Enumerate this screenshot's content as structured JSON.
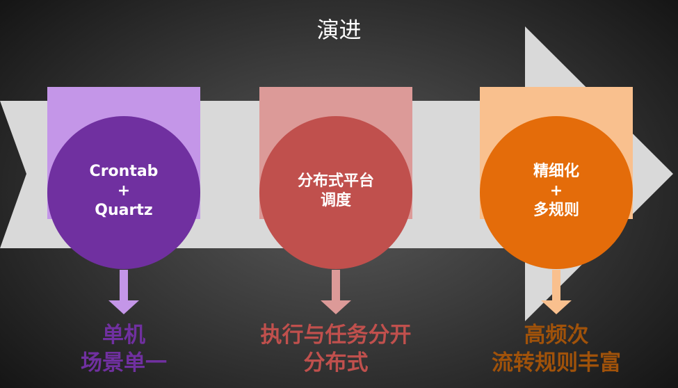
{
  "title": "演进",
  "stages": [
    {
      "circle_lines": [
        "Crontab",
        "+",
        "Quartz"
      ],
      "caption_lines": [
        "单机",
        "场景单一"
      ],
      "colors": {
        "rect": "#c496e8",
        "circle": "#7030a0",
        "arrow": "#c496e8",
        "caption": "#7030a0"
      }
    },
    {
      "circle_lines": [
        "分布式平台",
        "调度"
      ],
      "caption_lines": [
        "执行与任务分开",
        "分布式"
      ],
      "colors": {
        "rect": "#dc9a98",
        "circle": "#c0504d",
        "arrow": "#dc9a98",
        "caption": "#c0504d"
      }
    },
    {
      "circle_lines": [
        "精细化",
        "+",
        "多规则"
      ],
      "caption_lines": [
        "高频次",
        "流转规则丰富"
      ],
      "colors": {
        "rect": "#f9c08e",
        "circle": "#e46c0a",
        "arrow": "#f9c08e",
        "caption": "#a0520a"
      }
    }
  ],
  "band_color": "#d9d9d9"
}
